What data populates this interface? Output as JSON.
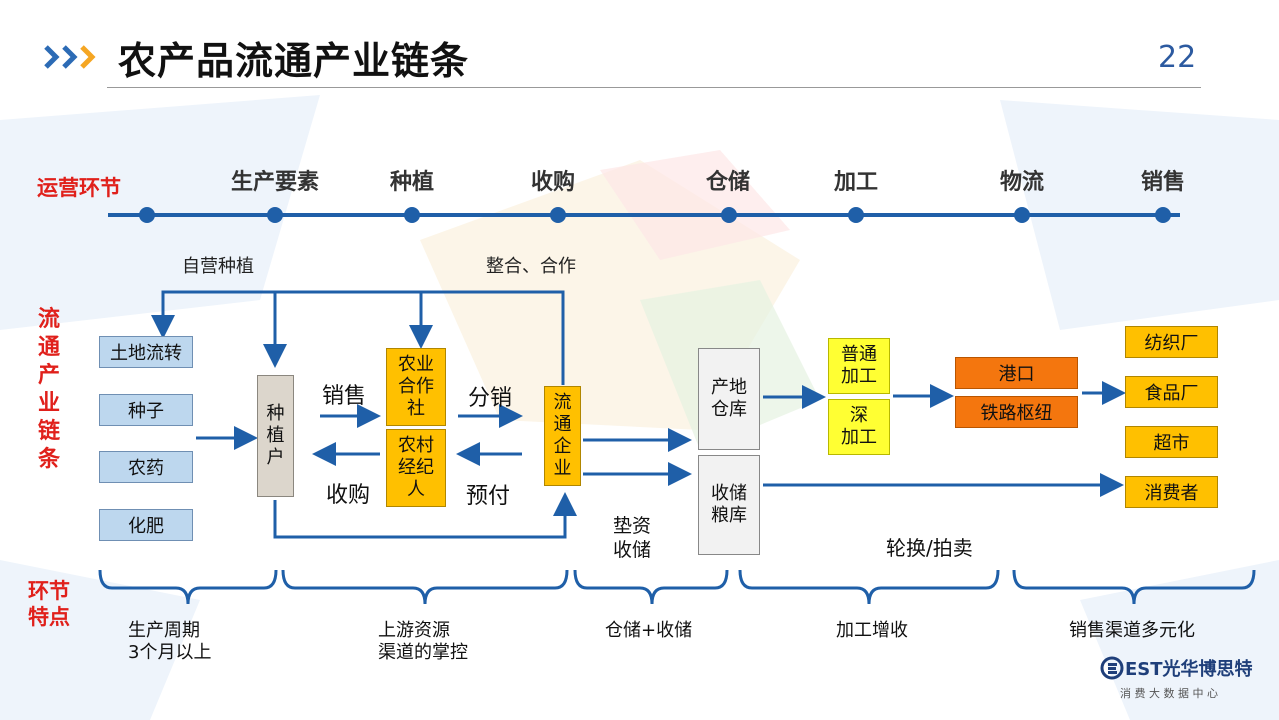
{
  "slide": {
    "title": "农产品流通产业链条",
    "page_number": "22"
  },
  "sections": {
    "ops": "运营环节",
    "chain": [
      "流",
      "通",
      "产",
      "业",
      "链",
      "条"
    ],
    "features": [
      "环节",
      "特点"
    ]
  },
  "stages": [
    "生产要素",
    "种植",
    "收购",
    "仓储",
    "加工",
    "物流",
    "销售"
  ],
  "notes": {
    "self_planting": "自营种植",
    "integrate": "整合、合作",
    "rotation": "轮换/拍卖"
  },
  "inputs": [
    "土地流转",
    "种子",
    "农药",
    "化肥"
  ],
  "nodes": {
    "planter": [
      "种",
      "植",
      "户"
    ],
    "coop": [
      "农业",
      "合作",
      "社"
    ],
    "broker": [
      "农村",
      "经纪",
      "人"
    ],
    "circ": [
      "流",
      "通",
      "企",
      "业"
    ],
    "origin_wh": [
      "产地",
      "仓库"
    ],
    "grain_wh": [
      "收储",
      "粮库"
    ],
    "normal_proc": [
      "普通",
      "加工"
    ],
    "deep_proc": [
      "深",
      "加工"
    ],
    "port": "港口",
    "rail": "铁路枢纽",
    "textile": "纺织厂",
    "food": "食品厂",
    "market": "超市",
    "consumer": "消费者"
  },
  "flow_labels": {
    "sell": "销售",
    "buy": "收购",
    "distribute": "分销",
    "prepay": "预付",
    "advance": [
      "垫资",
      "收储"
    ]
  },
  "features": [
    "生产周期",
    "3个月以上",
    "上游资源",
    "渠道的掌控",
    "仓储+收储",
    "加工增收",
    "销售渠道多元化"
  ],
  "logo": {
    "brand": "EST光华博思特",
    "sub": "消 费 大 数 据 中 心"
  },
  "colors": {
    "accent_blue": "#1f5fa8",
    "red": "#e0201b",
    "gold": "#ffc000",
    "orange": "#f4760e",
    "light_blue": "#bdd7ee"
  }
}
